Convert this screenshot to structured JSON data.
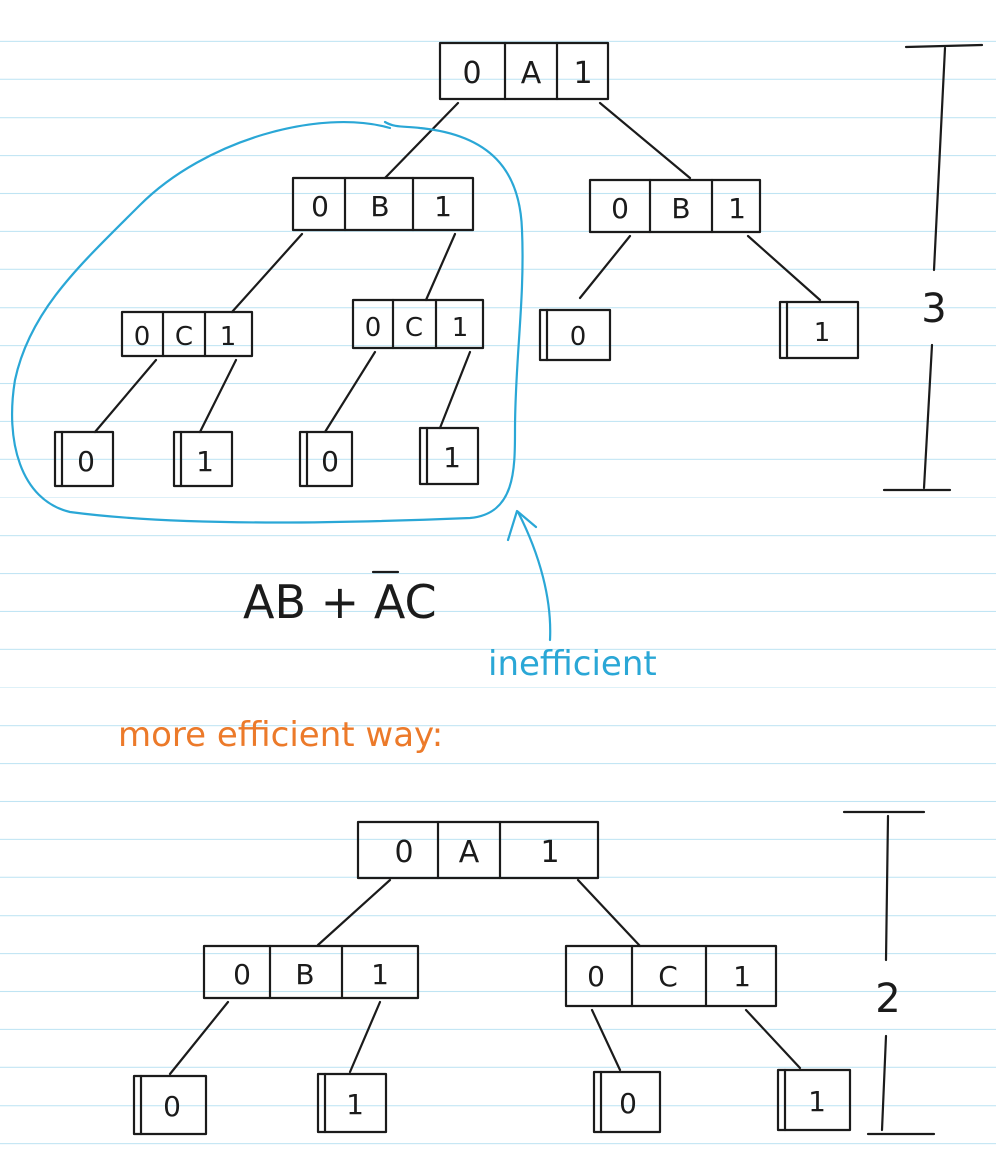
{
  "diagram1": {
    "root": {
      "cells": [
        "0",
        "A",
        "1"
      ]
    },
    "left": {
      "cells": [
        "0",
        "B",
        "1"
      ],
      "children": [
        {
          "cells": [
            "0",
            "C",
            "1"
          ],
          "leaves": [
            "0",
            "1"
          ]
        },
        {
          "cells": [
            "0",
            "C",
            "1"
          ],
          "leaves": [
            "0",
            "1"
          ]
        }
      ]
    },
    "right": {
      "cells": [
        "0",
        "B",
        "1"
      ],
      "leaves": [
        "0",
        "1"
      ]
    },
    "depth_label": "3",
    "expression": {
      "part1": "AB + ",
      "bar_letter": "A",
      "part2": "C"
    },
    "annotation": "inefficient"
  },
  "heading": "more efficient way:",
  "diagram2": {
    "root": {
      "cells": [
        "0",
        "A",
        "1"
      ]
    },
    "left": {
      "cells": [
        "0",
        "B",
        "1"
      ],
      "leaves": [
        "0",
        "1"
      ]
    },
    "right": {
      "cells": [
        "0",
        "C",
        "1"
      ],
      "leaves": [
        "0",
        "1"
      ]
    },
    "depth_label": "2"
  },
  "colors": {
    "ink": "#1b1b1b",
    "annotation_blue": "#2aa7d6",
    "heading_orange": "#ec7a2a",
    "ruled_line": "#bfe4f3"
  }
}
